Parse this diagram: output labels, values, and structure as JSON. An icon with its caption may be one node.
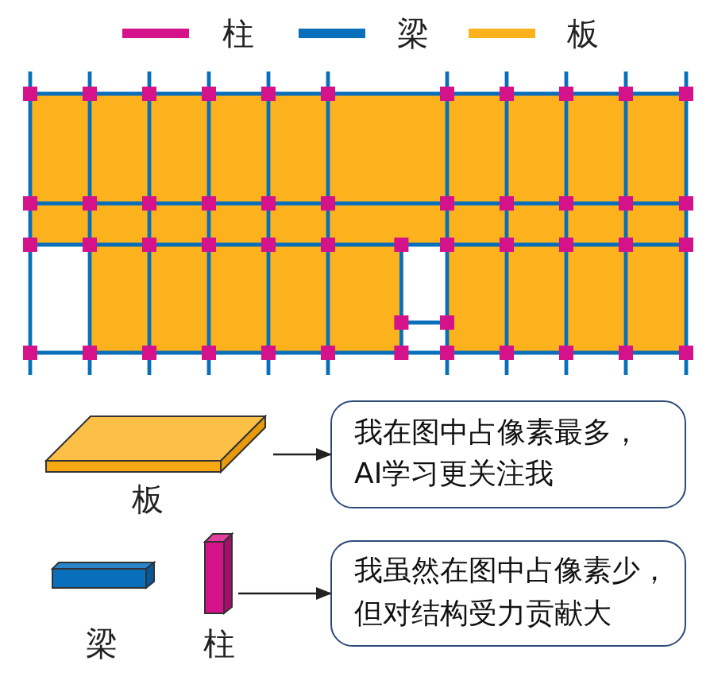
{
  "diagram": {
    "nodes": [
      {
        "text": [],
        "shape": "box",
        "beside": [
          "板"
        ]
      },
      {
        "text": [
          "我在图中占像素最多，AI学习更关注我"
        ]
      },
      {
        "text": [],
        "shape": "bar",
        "beside": [
          "梁"
        ]
      },
      {
        "text": [],
        "shape": "bar",
        "beside": [
          "柱"
        ]
      },
      {
        "text": [
          "我虽然在图中占像素少，但对结构受力贡献大"
        ]
      }
    ],
    "edges": [
      {
        "from": 0,
        "to": 1,
        "arrow": "to"
      },
      {
        "from": 3,
        "to": 4,
        "arrow": "to"
      }
    ],
    "legend": [
      {
        "text": "柱",
        "color": "#d6128a"
      },
      {
        "text": "梁",
        "color": "#0a6fba"
      },
      {
        "text": "板",
        "color": "#fbb21d"
      }
    ]
  }
}
